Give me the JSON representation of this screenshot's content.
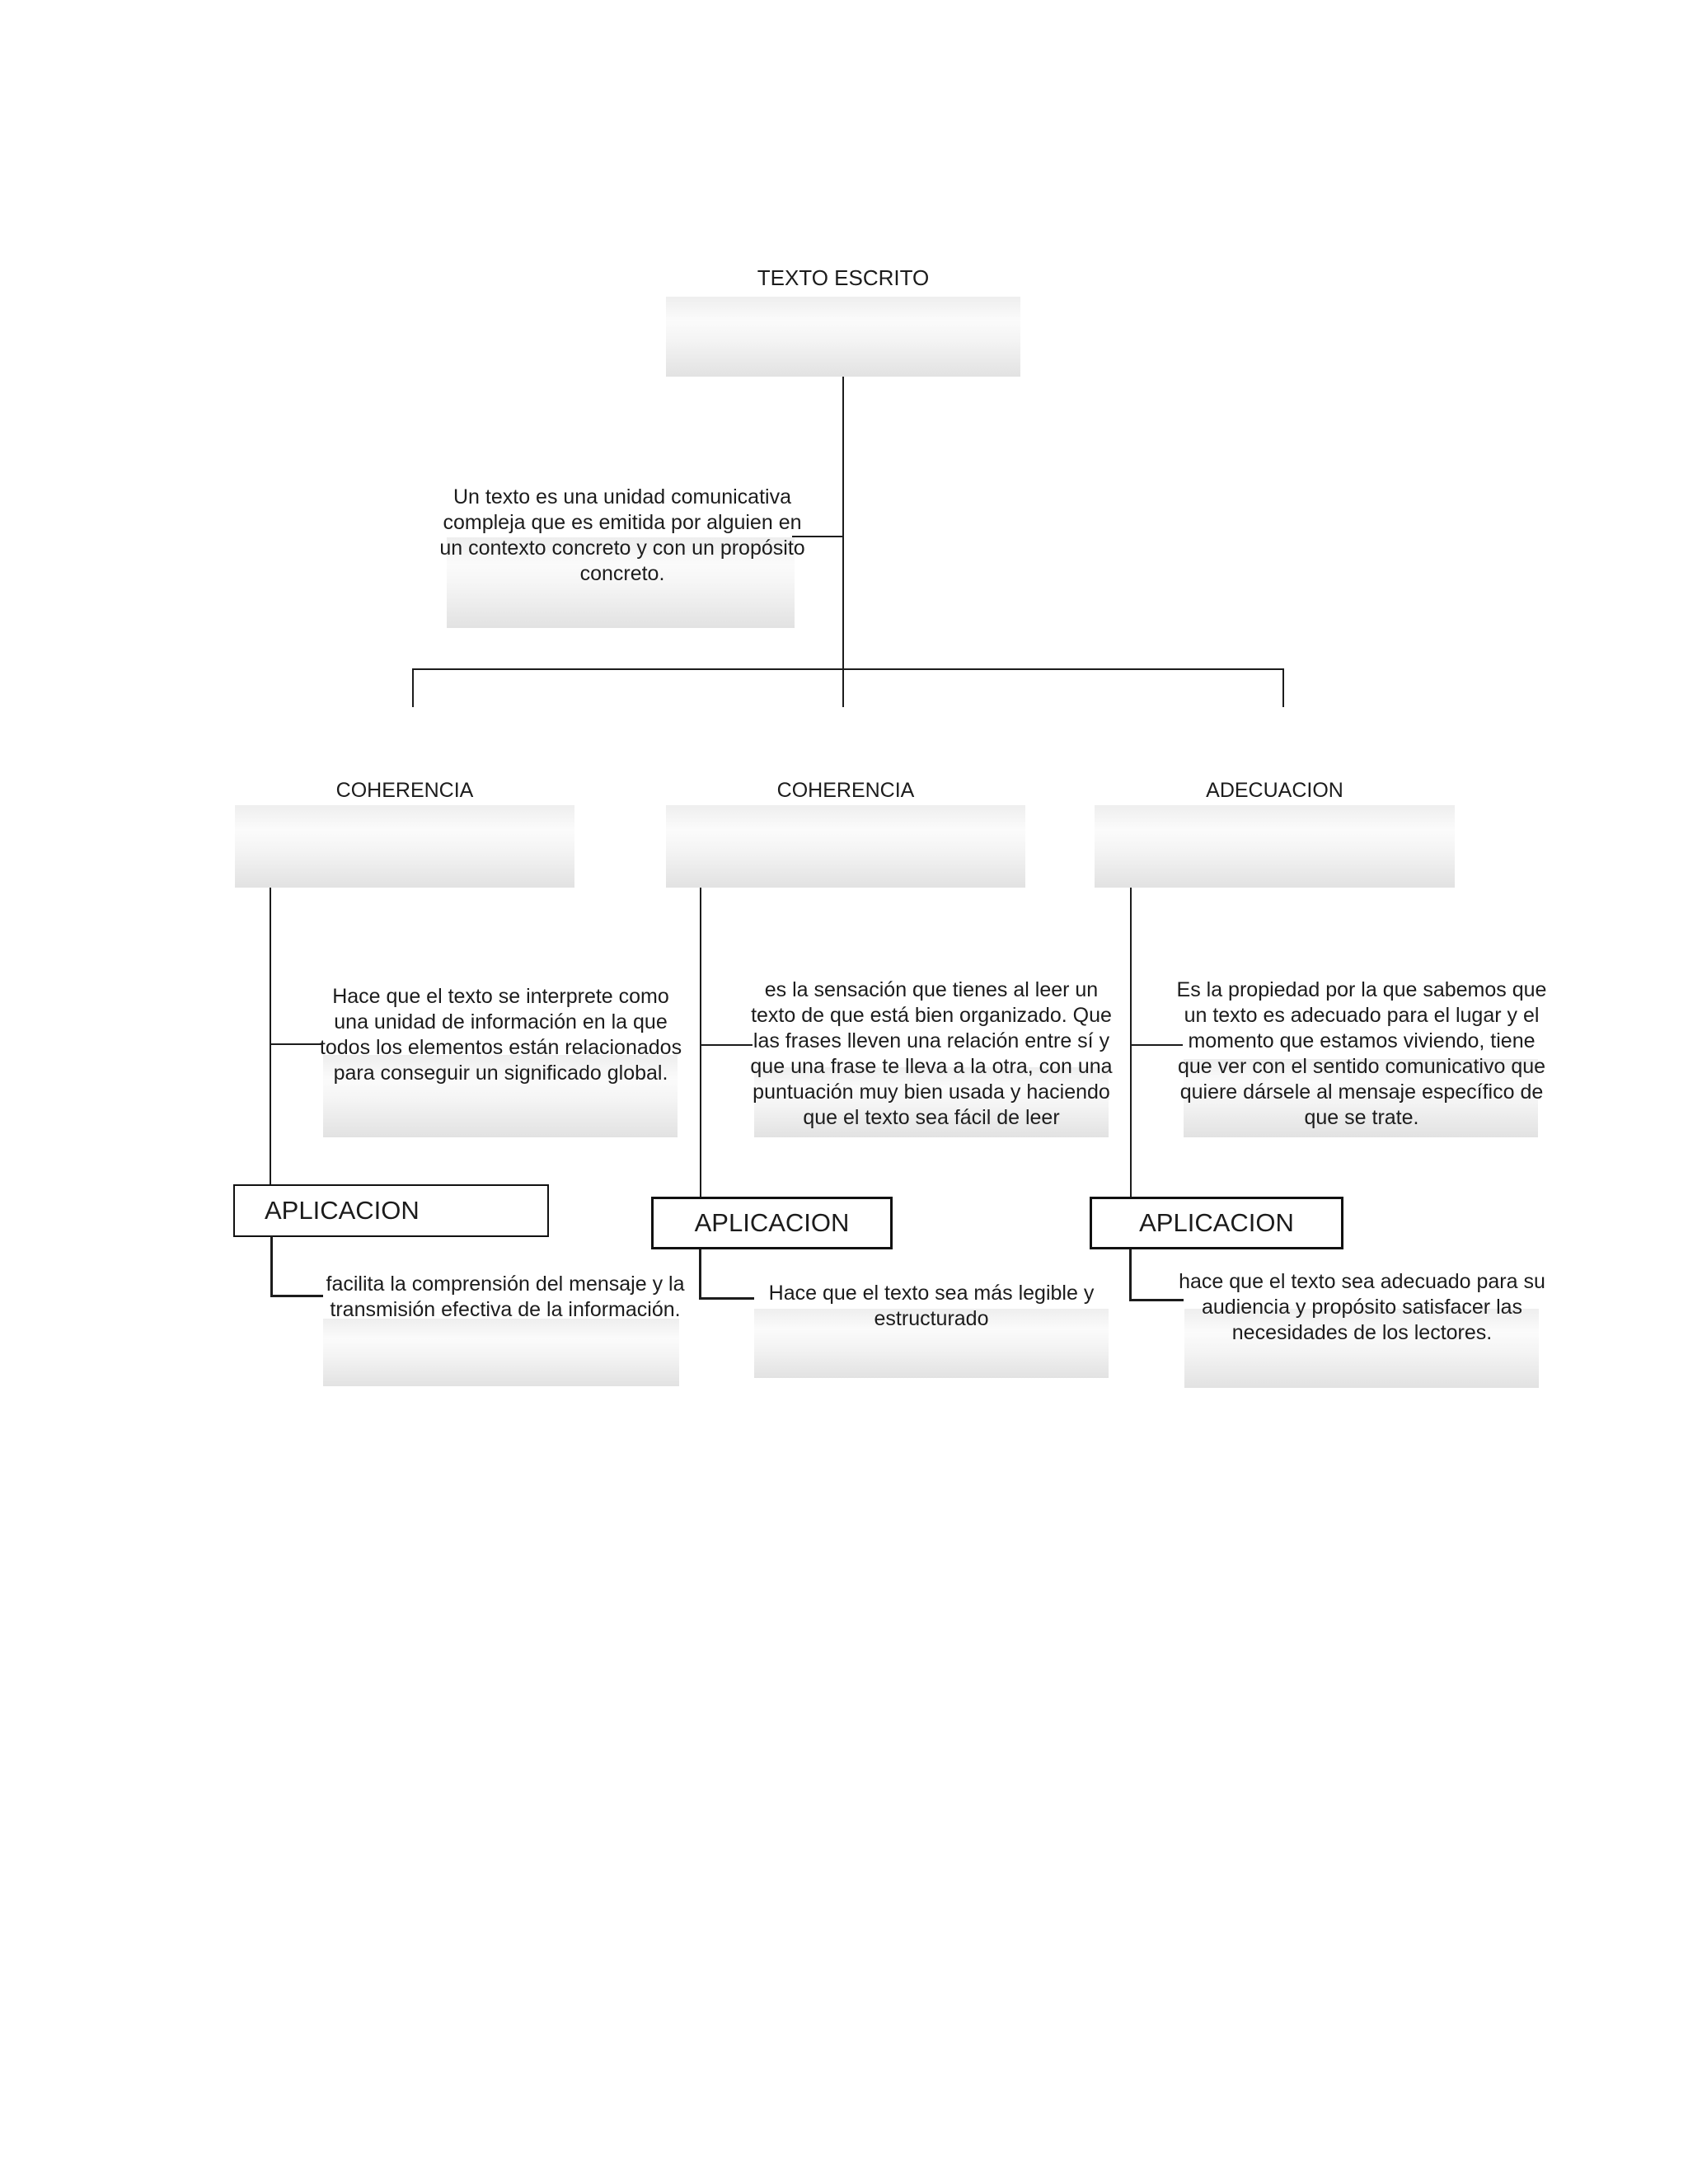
{
  "root": {
    "title": "TEXTO ESCRITO",
    "definition": "Un texto es una unidad comunicativa compleja que es emitida por alguien en un contexto concreto y con un propósito concreto."
  },
  "columns": [
    {
      "header": "COHERENCIA",
      "description": "Hace que el texto se interprete como una unidad de información en la que todos los elementos están relacionados para conseguir un significado global.",
      "application_label": "APLICACION",
      "application_description": "facilita la comprensión del mensaje y la transmisión efectiva de la información."
    },
    {
      "header": "COHERENCIA",
      "description": "es la sensación que tienes al leer un texto de que está bien organizado. Que las frases lleven una relación entre sí y que una frase te lleva a la otra, con una puntuación muy bien usada y haciendo que el texto sea fácil de leer",
      "application_label": "APLICACION",
      "application_description": "Hace que el texto sea más legible y estructurado"
    },
    {
      "header": "ADECUACION",
      "description": "Es la propiedad por la que sabemos que un texto es adecuado para el lugar y el momento que estamos viviendo, tiene que ver con el sentido comunicativo que quiere dársele al mensaje específico de que se trate.",
      "application_label": "APLICACION",
      "application_description": "hace que el texto sea adecuado para su audiencia y propósito satisfacer las necesidades de los lectores."
    }
  ],
  "colors": {
    "line": "#1c1c1c",
    "text": "#1c1c1c",
    "box_border": "#111111",
    "gradient_top": "#eeeeee",
    "gradient_light": "#fbfbfb",
    "gradient_bottom": "#e2e2e2"
  }
}
